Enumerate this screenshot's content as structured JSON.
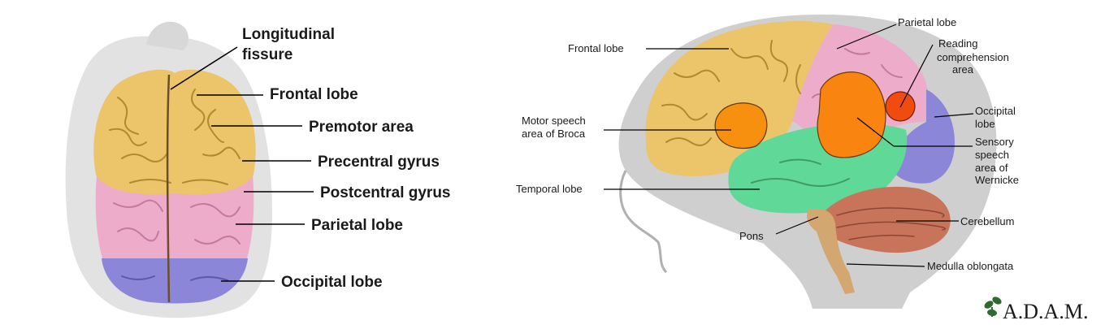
{
  "top_view": {
    "labels": {
      "longitudinal_fissure": [
        "Longitudinal",
        "fissure"
      ],
      "frontal_lobe": "Frontal lobe",
      "premotor_area": "Premotor area",
      "precentral_gyrus": "Precentral gyrus",
      "postcentral_gyrus": "Postcentral gyrus",
      "parietal_lobe": "Parietal lobe",
      "occipital_lobe": "Occipital lobe"
    }
  },
  "side_view": {
    "labels": {
      "frontal_lobe": "Frontal lobe",
      "parietal_lobe": "Parietal lobe",
      "reading_comprehension_area": [
        "Reading",
        "comprehension",
        "area"
      ],
      "occipital_lobe": [
        "Occipital",
        "lobe"
      ],
      "motor_speech_area": [
        "Motor speech",
        "area of Broca"
      ],
      "sensory_speech_area": [
        "Sensory",
        "speech",
        "area of",
        "Wernicke"
      ],
      "temporal_lobe": "Temporal lobe",
      "cerebellum": "Cerebellum",
      "pons": "Pons",
      "medulla_oblongata": "Medulla oblongata"
    }
  },
  "logo": {
    "text": "A.D.A.M."
  },
  "colors": {
    "frontal": "#ecc46a",
    "parietal": "#eeaccb",
    "occipital": "#8c86d8",
    "temporal": "#5fd898",
    "broca": "#f6900e",
    "wernicke": "#f98510",
    "reading": "#f04b10",
    "cerebellum": "#c8745a",
    "brainstem": "#d3a870",
    "head_shadow": "#cfcfcf"
  }
}
